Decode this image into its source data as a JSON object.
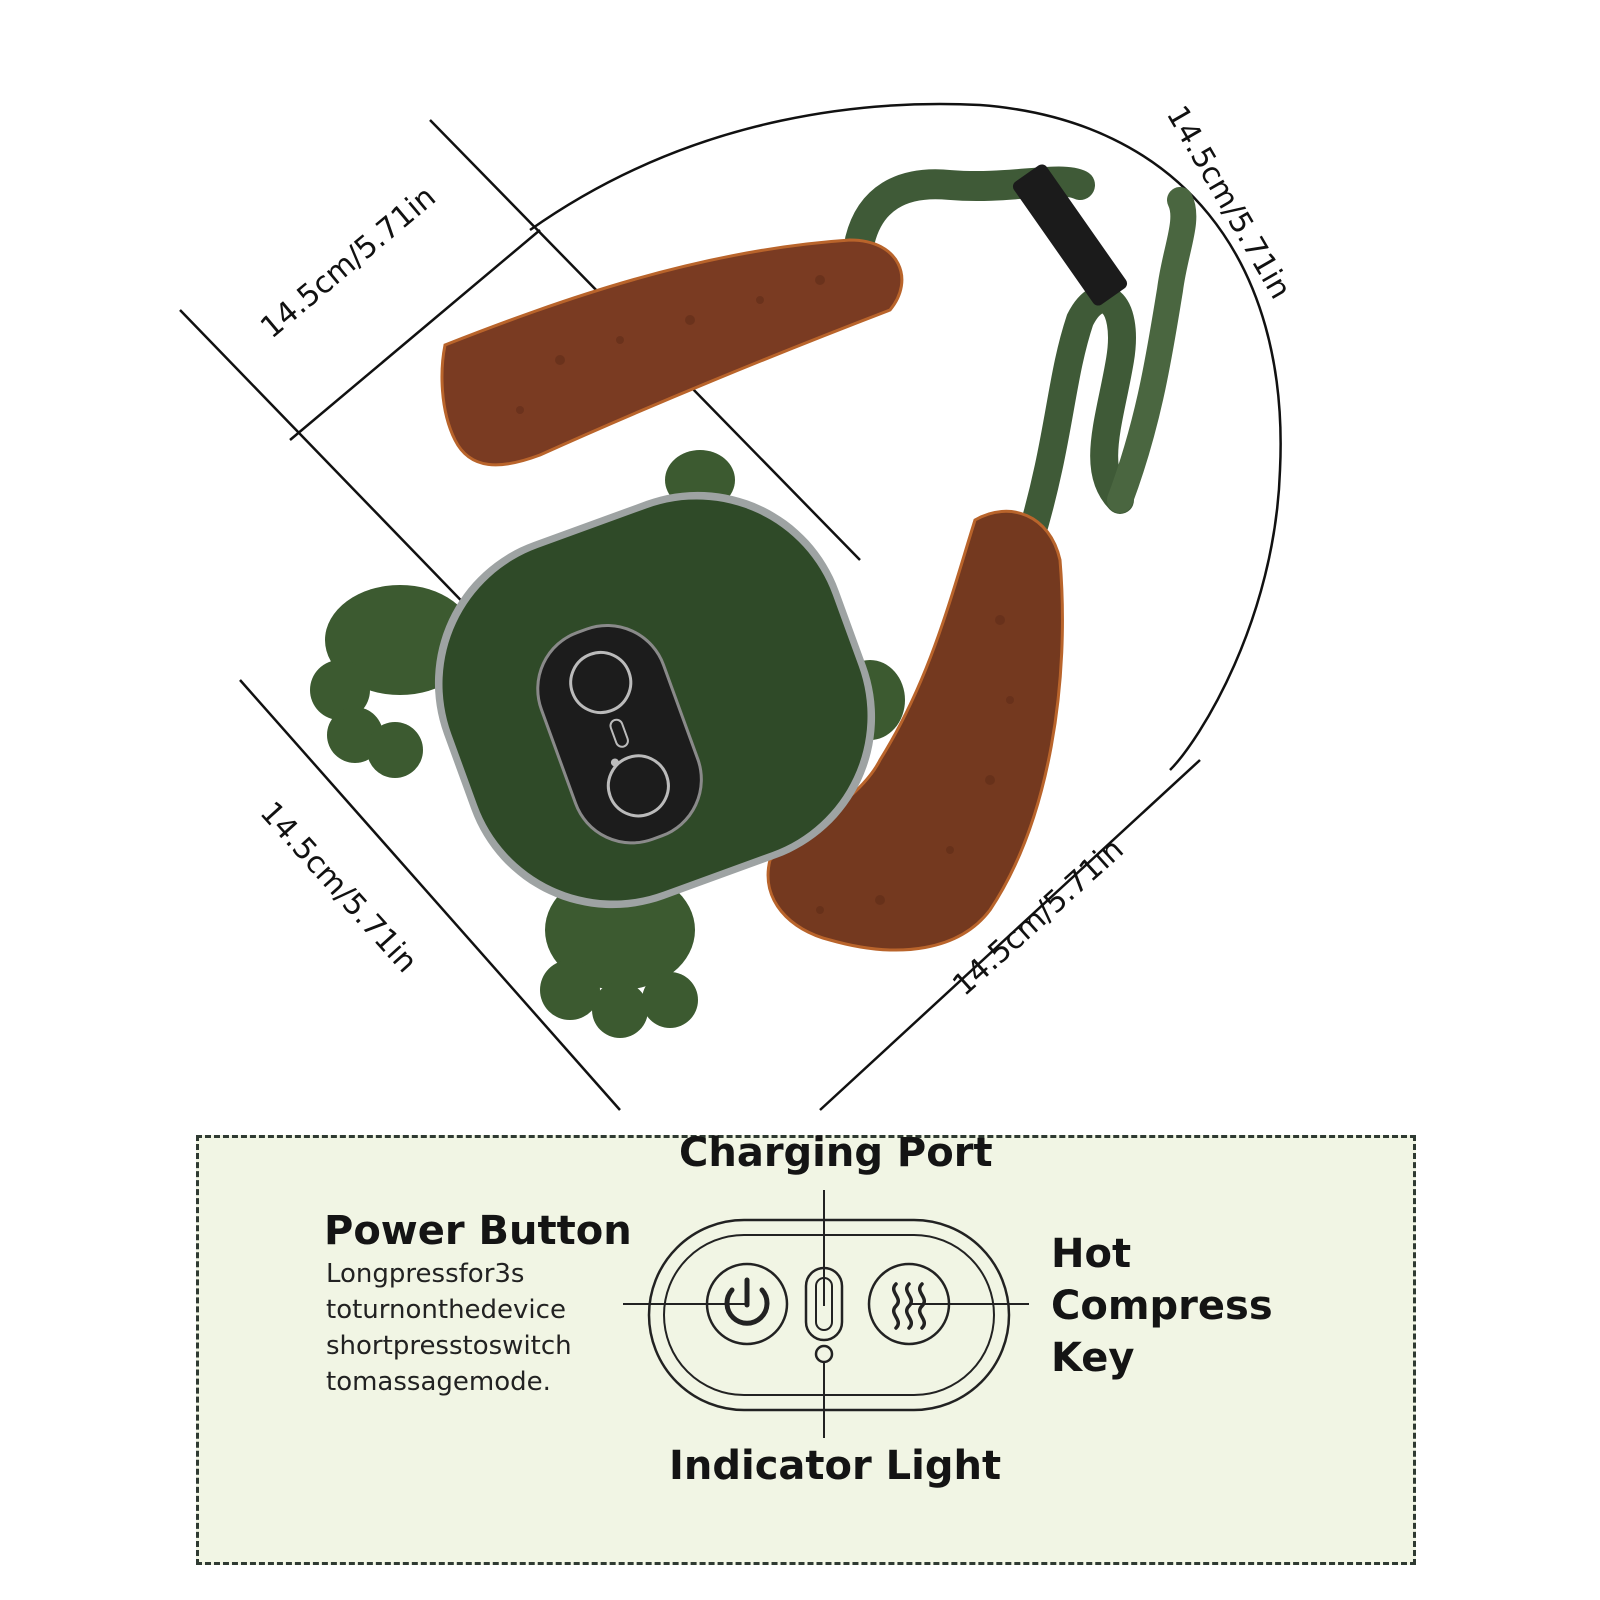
{
  "dimensions": {
    "top_left": "14.5cm/5.71in",
    "top_right": "14.5cm/5.71in",
    "bottom_left": "14.5cm/5.71in",
    "bottom_right": "14.5cm/5.71in"
  },
  "legend": {
    "charging_port": "Charging Port",
    "power_button_title": "Power Button",
    "power_button_desc": [
      "Longpressfor3s",
      "toturnonthedevice",
      "shortpresstoswitch",
      "tomassagemode."
    ],
    "hot_compress_lines": [
      "Hot",
      "Compress",
      "Key"
    ],
    "indicator_light": "Indicator Light"
  },
  "colors": {
    "strap_leather": "#7a3b22",
    "strap_fabric": "#3f5a37",
    "device_body": "#2f4a28",
    "panel_bg": "#f1f5e4",
    "panel_border": "#2f3a32"
  },
  "icons": [
    "power-icon",
    "heat-waves-icon",
    "usb-c-port-icon",
    "indicator-led-icon"
  ]
}
